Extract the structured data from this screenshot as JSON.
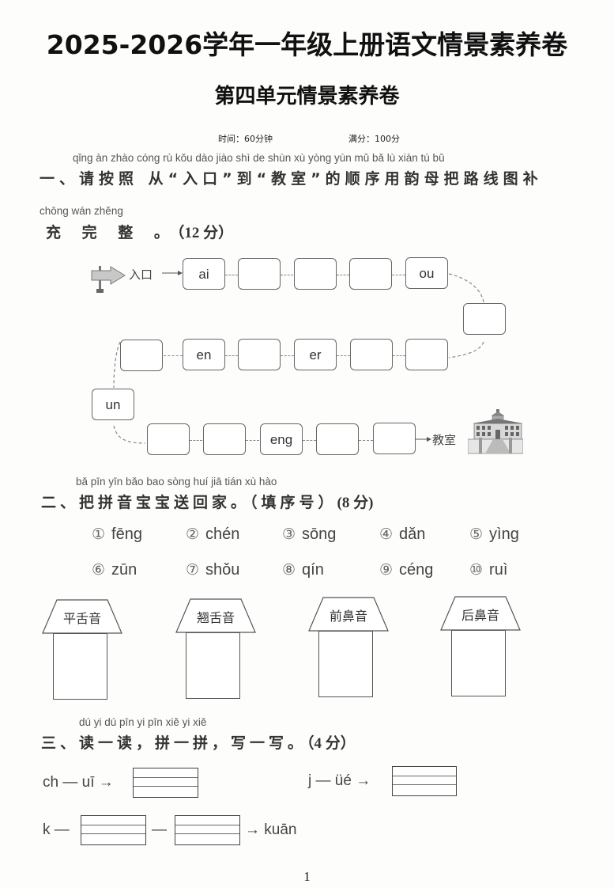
{
  "header": {
    "title": "2025-2026学年一年级上册语文情景素养卷",
    "subtitle": "第四单元情景素养卷",
    "time_label": "时间：60分钟",
    "score_label": "满分：100分"
  },
  "q1": {
    "pinyin_line1": "qǐng àn zhào cóng   rù kǒu  dào  jiào shì   de shùn xù yòng yùn mǔ bǎ  lù  xiàn  tú  bǔ",
    "text_line1": "一、请按照 从“入口”到“教室”的顺序用韵母把路线图补",
    "pinyin_line2": "chōng wán zhěng",
    "text_line2": "充 完 整 。",
    "score": "（12 分）",
    "entrance_label": "入口",
    "classroom_label": "教室",
    "boxes": [
      {
        "id": 1,
        "value": "ai"
      },
      {
        "id": 2,
        "value": ""
      },
      {
        "id": 3,
        "value": ""
      },
      {
        "id": 4,
        "value": ""
      },
      {
        "id": 5,
        "value": "ou"
      },
      {
        "id": 6,
        "value": ""
      },
      {
        "id": 7,
        "value": ""
      },
      {
        "id": 8,
        "value": ""
      },
      {
        "id": 9,
        "value": "er"
      },
      {
        "id": 10,
        "value": ""
      },
      {
        "id": 11,
        "value": "en"
      },
      {
        "id": 12,
        "value": ""
      },
      {
        "id": 13,
        "value": "un"
      },
      {
        "id": 14,
        "value": ""
      },
      {
        "id": 15,
        "value": ""
      },
      {
        "id": 16,
        "value": "eng"
      },
      {
        "id": 17,
        "value": ""
      },
      {
        "id": 18,
        "value": ""
      }
    ]
  },
  "q2": {
    "pinyin": "bǎ pīn yīn bǎo bao sòng huí  jiā          tián  xù  hào",
    "text": "二、把拼音宝宝送回家。（填序号）",
    "score": "(8 分)",
    "options": [
      {
        "num": "①",
        "py": "fēng"
      },
      {
        "num": "②",
        "py": "chén"
      },
      {
        "num": "③",
        "py": "sōng"
      },
      {
        "num": "④",
        "py": "dǎn"
      },
      {
        "num": "⑤",
        "py": "yìng"
      },
      {
        "num": "⑥",
        "py": "zūn"
      },
      {
        "num": "⑦",
        "py": "shǒu"
      },
      {
        "num": "⑧",
        "py": "qín"
      },
      {
        "num": "⑨",
        "py": "céng"
      },
      {
        "num": "⑩",
        "py": "ruì"
      }
    ],
    "houses": [
      "平舌音",
      "翘舌音",
      "前鼻音",
      "后鼻音"
    ]
  },
  "q3": {
    "pinyin": "dú  yi  dú   pīn  yi  pīn   xiě  yi  xiě",
    "text": "三、读一读，拼一拼，写一写。",
    "score": "（4 分）",
    "items": [
      {
        "left": "ch — uī →"
      },
      {
        "left": "j — üé →"
      },
      {
        "left": "k —",
        "mid": "—",
        "right": "→ kuān"
      }
    ]
  },
  "footer": {
    "page": "1"
  }
}
